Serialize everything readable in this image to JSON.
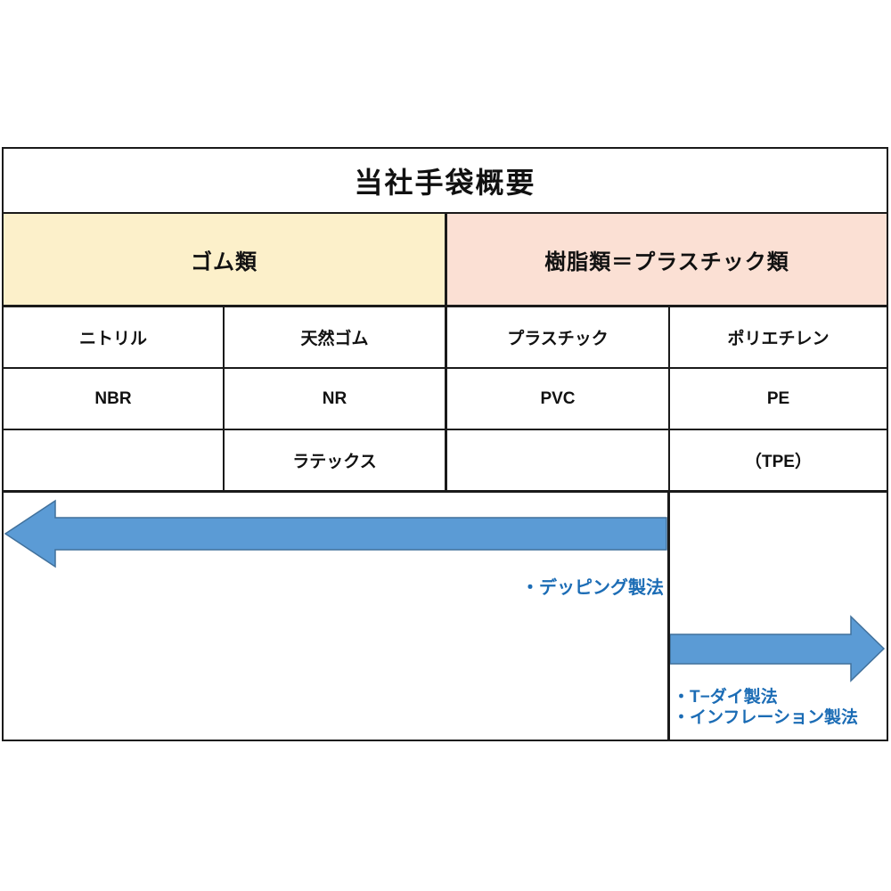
{
  "table": {
    "title": "当社手袋概要",
    "category_headers": {
      "rubber": {
        "label": "ゴム類",
        "bg": "#fcf0ca"
      },
      "plastic": {
        "label": "樹脂類＝プラスチック類",
        "bg": "#fbe0d4"
      }
    },
    "material_row": [
      "ニトリル",
      "天然ゴム",
      "プラスチック",
      "ポリエチレン"
    ],
    "code_row": [
      "NBR",
      "NR",
      "PVC",
      "PE"
    ],
    "extra_row": [
      "",
      "ラテックス",
      "",
      "（TPE）"
    ],
    "methods": {
      "dipping_label": "・デッピング製法",
      "t_die_label": "・T−ダイ製法",
      "inflation_label": "・インフレーション製法"
    }
  },
  "colors": {
    "border": "#1a1a1a",
    "rubber_header_bg": "#fcf0ca",
    "plastic_header_bg": "#fbe0d4",
    "arrow_fill": "#5b9bd5",
    "arrow_stroke": "#41719c",
    "method_text": "#1b6cb5"
  }
}
